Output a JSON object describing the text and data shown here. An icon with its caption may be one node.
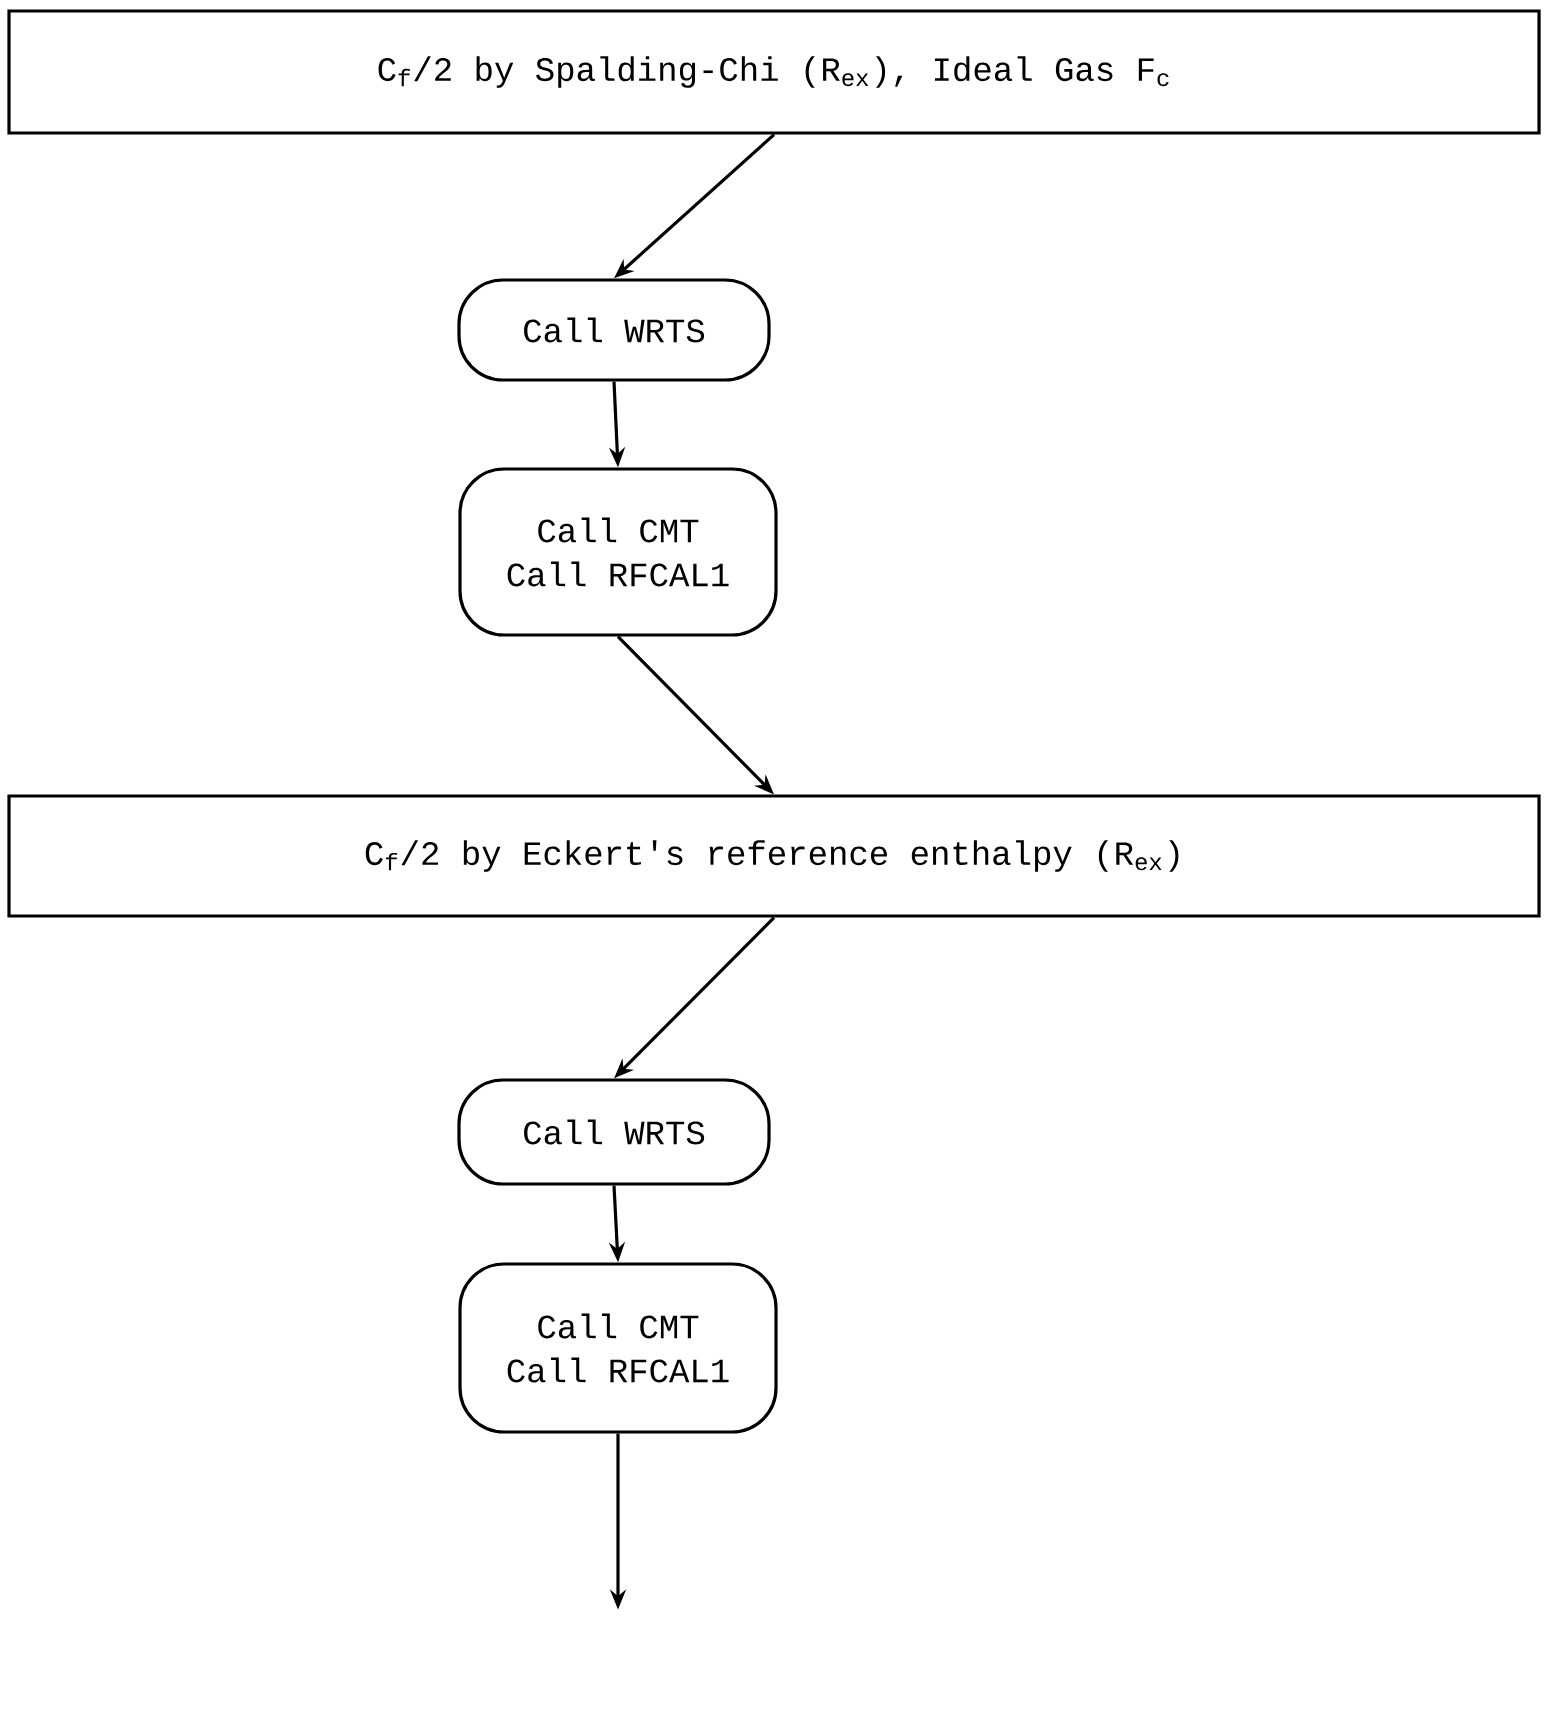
{
  "diagram": {
    "nodes": [
      {
        "text": [
          "C$_{f}$/2 by Spalding-Chi (R$_{ex}$), Ideal Gas F$_{c}$"
        ]
      },
      {
        "text": [
          "Call WRTS"
        ]
      },
      {
        "text": [
          "Call CMT",
          "Call RFCAL1"
        ]
      },
      {
        "text": [
          "C$_{f}$/2 by Eckert's reference enthalpy (R$_{ex}$)"
        ]
      },
      {
        "text": [
          "Call WRTS"
        ]
      },
      {
        "text": [
          "Call CMT",
          "Call RFCAL1"
        ]
      }
    ],
    "edges": [
      {
        "from": 0,
        "to": 1,
        "arrow": "to"
      },
      {
        "from": 1,
        "to": 2,
        "arrow": "to"
      },
      {
        "from": 2,
        "to": 3,
        "arrow": "to"
      },
      {
        "from": 3,
        "to": 4,
        "arrow": "to"
      },
      {
        "from": 4,
        "to": 5,
        "arrow": "to"
      },
      {
        "from": 5,
        "to": null,
        "arrow": "to"
      }
    ]
  }
}
